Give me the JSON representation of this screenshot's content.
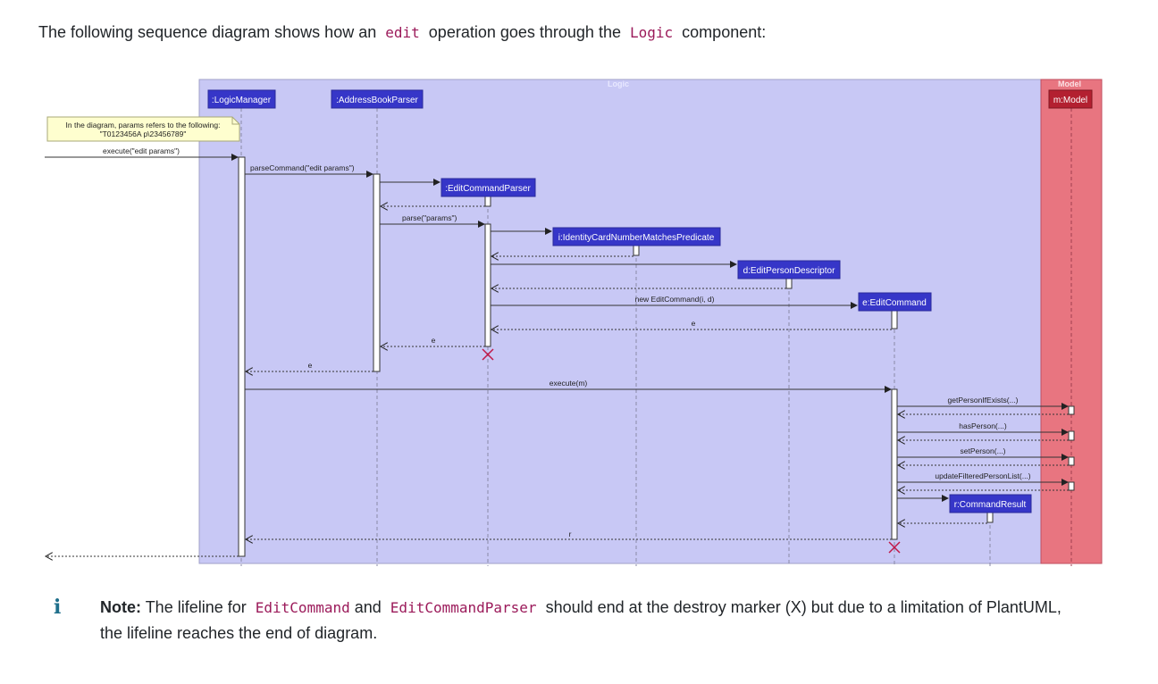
{
  "intro": {
    "prefix": "The following sequence diagram shows how an",
    "code1": "edit",
    "middle": "operation goes through the",
    "code2": "Logic",
    "suffix": "component:"
  },
  "diagram": {
    "boxes": {
      "logic_label": "Logic",
      "model_label": "Model"
    },
    "participants": {
      "logic_manager": ":LogicManager",
      "address_book_parser": ":AddressBookParser",
      "edit_command_parser": ":EditCommandParser",
      "predicate": "i:IdentityCardNumberMatchesPredicate",
      "descriptor": "d:EditPersonDescriptor",
      "edit_command": "e:EditCommand",
      "command_result": "r:CommandResult",
      "model": "m:Model"
    },
    "note": {
      "line1": "In the diagram, params refers to the following:",
      "line2": "\"T0123456A p\\23456789\""
    },
    "messages": {
      "execute": "execute(\"edit params\")",
      "parse_command": "parseCommand(\"edit params\")",
      "parse": "parse(\"params\")",
      "new_edit_command": "new EditCommand(i, d)",
      "return_e1": "e",
      "return_e2": "e",
      "return_e3": "e",
      "execute_m": "execute(m)",
      "get_person": "getPersonIfExists(...)",
      "has_person": "hasPerson(...)",
      "set_person": "setPerson(...)",
      "update_list": "updateFilteredPersonList(...)",
      "return_r": "r"
    }
  },
  "note_block": {
    "icon": "info-icon",
    "label": "Note:",
    "text1": "The lifeline for",
    "code1": "EditCommand",
    "and": "and",
    "code2": "EditCommandParser",
    "text2": "should end at the destroy marker (X) but due to a limitation of PlantUML, the lifeline reaches the end of diagram."
  }
}
